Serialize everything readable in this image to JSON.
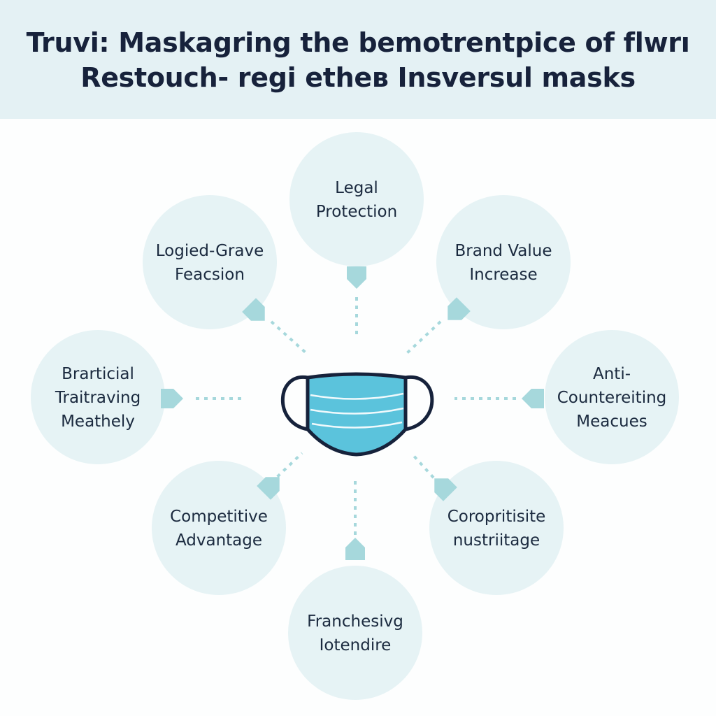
{
  "header": {
    "title_line_1": "Truvi: Maskagring the bemotrentpice of flwrı",
    "title_line_2": "Restouch- regi etheв Insversul masks"
  },
  "center": {
    "icon": "face-mask-icon"
  },
  "nodes": [
    {
      "id": "legal-protection",
      "lines": [
        "Legal",
        "Protection"
      ]
    },
    {
      "id": "brand-value-increase",
      "lines": [
        "Brand Value",
        "Increase"
      ]
    },
    {
      "id": "anti-countereiting-meacues",
      "lines": [
        "Anti-",
        "Countereiting",
        "Meacues"
      ]
    },
    {
      "id": "coropritisite-nustriitage",
      "lines": [
        "Coropritisite",
        "nustriitage"
      ]
    },
    {
      "id": "franchesivg-iotendire",
      "lines": [
        "Franchesivg",
        "Iotendire"
      ]
    },
    {
      "id": "competitive-advantage",
      "lines": [
        "Competitive",
        "Advantage"
      ]
    },
    {
      "id": "brarticial-traitraving-meathely",
      "lines": [
        "Brarticial",
        "Traitraving",
        "Meathely"
      ]
    },
    {
      "id": "logied-grave-feacsion",
      "lines": [
        "Logied-Grave",
        "Feacsion"
      ]
    }
  ],
  "colors": {
    "header_bg": "#e4f1f4",
    "node_fill": "#e6f3f5",
    "connector": "#a6d8dc",
    "mask_fill": "#5bc3dc",
    "mask_outline": "#16223b"
  }
}
